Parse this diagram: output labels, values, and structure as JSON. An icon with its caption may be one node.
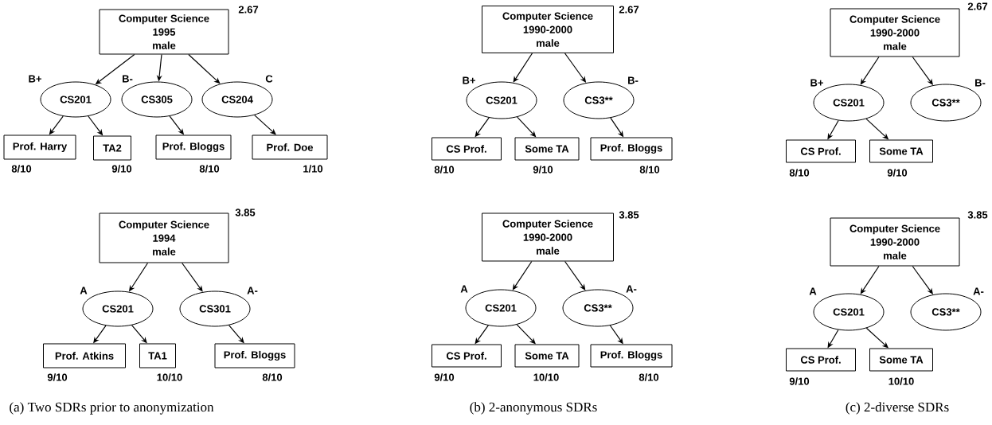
{
  "diagram": {
    "nodes": [
      {
        "text": [
          "Computer Science",
          "1995",
          "male"
        ],
        "beside": [
          "2.67"
        ]
      },
      {
        "text": [
          "CS201"
        ],
        "beside": [
          "B+"
        ]
      },
      {
        "text": [
          "CS305"
        ],
        "beside": [
          "B-"
        ]
      },
      {
        "text": [
          "CS204"
        ],
        "beside": [
          "C"
        ]
      },
      {
        "text": [
          "Prof. Harry"
        ],
        "beside": [
          "8/10"
        ]
      },
      {
        "text": [
          "TA2"
        ],
        "beside": [
          "9/10"
        ]
      },
      {
        "text": [
          "Prof. Bloggs"
        ],
        "beside": [
          "8/10"
        ]
      },
      {
        "text": [
          "Prof. Doe"
        ],
        "beside": [
          "1/10"
        ]
      },
      {
        "text": [
          "Computer Science",
          "1994",
          "male"
        ],
        "beside": [
          "3.85"
        ]
      },
      {
        "text": [
          "CS201"
        ],
        "beside": [
          "A"
        ]
      },
      {
        "text": [
          "CS301"
        ],
        "beside": [
          "A-"
        ]
      },
      {
        "text": [
          "Prof. Atkins"
        ],
        "beside": [
          "9/10"
        ]
      },
      {
        "text": [
          "TA1"
        ],
        "beside": [
          "10/10"
        ]
      },
      {
        "text": [
          "Prof. Bloggs"
        ],
        "beside": [
          "8/10"
        ]
      },
      {
        "text": [
          "Computer Science",
          "1990-2000",
          "male"
        ],
        "beside": [
          "2.67"
        ]
      },
      {
        "text": [
          "CS201"
        ],
        "beside": [
          "B+"
        ]
      },
      {
        "text": [
          "CS3**"
        ],
        "beside": [
          "B-"
        ]
      },
      {
        "text": [
          "CS Prof."
        ],
        "beside": [
          "8/10"
        ]
      },
      {
        "text": [
          "Some TA"
        ],
        "beside": [
          "9/10"
        ]
      },
      {
        "text": [
          "Prof. Bloggs"
        ],
        "beside": [
          "8/10"
        ]
      },
      {
        "text": [
          "Computer Science",
          "1990-2000",
          "male"
        ],
        "beside": [
          "3.85"
        ]
      },
      {
        "text": [
          "CS201"
        ],
        "beside": [
          "A"
        ]
      },
      {
        "text": [
          "CS3**"
        ],
        "beside": [
          "A-"
        ]
      },
      {
        "text": [
          "CS Prof."
        ],
        "beside": [
          "9/10"
        ]
      },
      {
        "text": [
          "Some TA"
        ],
        "beside": [
          "10/10"
        ]
      },
      {
        "text": [
          "Prof. Bloggs"
        ],
        "beside": [
          "8/10"
        ]
      },
      {
        "text": [
          "Computer Science",
          "1990-2000",
          "male"
        ],
        "beside": [
          "2.67"
        ]
      },
      {
        "text": [
          "CS201"
        ],
        "beside": [
          "B+"
        ]
      },
      {
        "text": [
          "CS3**"
        ],
        "beside": [
          "B-"
        ]
      },
      {
        "text": [
          "CS Prof."
        ],
        "beside": [
          "8/10"
        ]
      },
      {
        "text": [
          "Some TA"
        ],
        "beside": [
          "9/10"
        ]
      },
      {
        "text": [
          "Computer Science",
          "1990-2000",
          "male"
        ],
        "beside": [
          "3.85"
        ]
      },
      {
        "text": [
          "CS201"
        ],
        "beside": [
          "A"
        ]
      },
      {
        "text": [
          "CS3**"
        ],
        "beside": [
          "A-"
        ]
      },
      {
        "text": [
          "CS Prof."
        ],
        "beside": [
          "9/10"
        ]
      },
      {
        "text": [
          "Some TA"
        ],
        "beside": [
          "10/10"
        ]
      }
    ],
    "edges": [
      {
        "from": 0,
        "to": 1,
        "arrow": "to"
      },
      {
        "from": 0,
        "to": 2,
        "arrow": "to"
      },
      {
        "from": 0,
        "to": 3,
        "arrow": "to"
      },
      {
        "from": 1,
        "to": 4,
        "arrow": "to"
      },
      {
        "from": 1,
        "to": 5,
        "arrow": "to"
      },
      {
        "from": 2,
        "to": 6,
        "arrow": "to"
      },
      {
        "from": 3,
        "to": 7,
        "arrow": "to"
      },
      {
        "from": 8,
        "to": 9,
        "arrow": "to"
      },
      {
        "from": 8,
        "to": 10,
        "arrow": "to"
      },
      {
        "from": 9,
        "to": 11,
        "arrow": "to"
      },
      {
        "from": 9,
        "to": 12,
        "arrow": "to"
      },
      {
        "from": 10,
        "to": 13,
        "arrow": "to"
      },
      {
        "from": 14,
        "to": 15,
        "arrow": "to"
      },
      {
        "from": 14,
        "to": 16,
        "arrow": "to"
      },
      {
        "from": 15,
        "to": 17,
        "arrow": "to"
      },
      {
        "from": 15,
        "to": 18,
        "arrow": "to"
      },
      {
        "from": 16,
        "to": 19,
        "arrow": "to"
      },
      {
        "from": 20,
        "to": 21,
        "arrow": "to"
      },
      {
        "from": 20,
        "to": 22,
        "arrow": "to"
      },
      {
        "from": 21,
        "to": 23,
        "arrow": "to"
      },
      {
        "from": 21,
        "to": 24,
        "arrow": "to"
      },
      {
        "from": 22,
        "to": 25,
        "arrow": "to"
      },
      {
        "from": 26,
        "to": 27,
        "arrow": "to"
      },
      {
        "from": 26,
        "to": 28,
        "arrow": "to"
      },
      {
        "from": 27,
        "to": 29,
        "arrow": "to"
      },
      {
        "from": 27,
        "to": 30,
        "arrow": "to"
      },
      {
        "from": 31,
        "to": 32,
        "arrow": "to"
      },
      {
        "from": 31,
        "to": 33,
        "arrow": "to"
      },
      {
        "from": 32,
        "to": 34,
        "arrow": "to"
      },
      {
        "from": 32,
        "to": 35,
        "arrow": "to"
      }
    ],
    "labels": [
      "(a) Two SDRs prior to anonymization",
      "(b) 2-anonymous SDRs",
      "(c) 2-diverse SDRs"
    ]
  }
}
